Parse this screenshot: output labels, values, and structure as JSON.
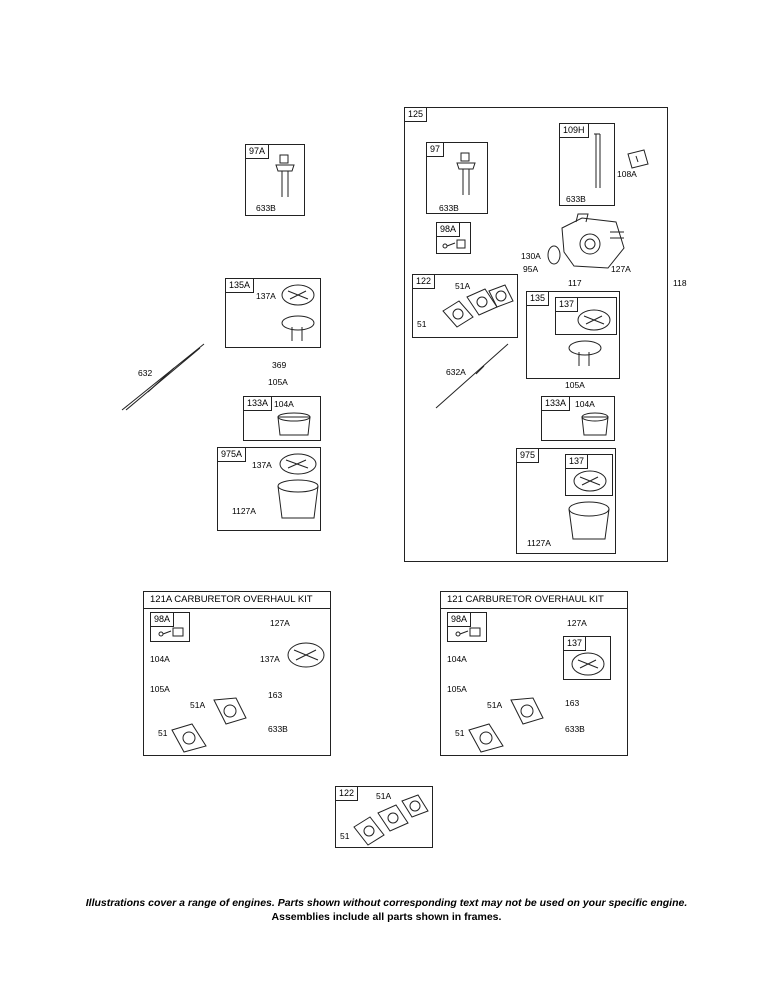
{
  "frames": {
    "f125": "125",
    "f97a": "97A",
    "f97": "97",
    "f109h": "109H",
    "f98a": "98A",
    "f135a": "135A",
    "f122": "122",
    "f135": "135",
    "f137": "137",
    "f133a_l": "133A",
    "f133a_r": "133A",
    "f975a": "975A",
    "f975": "975",
    "f137_975": "137",
    "f98a_kit_l": "98A",
    "f98a_kit_r": "98A",
    "f137_kit_r": "137",
    "f122_bot": "122"
  },
  "labels": {
    "l633b_a": "633B",
    "l633b_b": "633B",
    "l633b_c": "633B",
    "l108a": "108A",
    "l130a": "130A",
    "l95a": "95A",
    "l127a_top": "127A",
    "l117": "117",
    "l118": "118",
    "l137a_135a": "137A",
    "l369": "369",
    "l105a_l": "105A",
    "l632": "632",
    "l104a_l": "104A",
    "l137a_975a": "137A",
    "l1127a_l": "1127A",
    "l51a_122": "51A",
    "l51_122": "51",
    "l632a": "632A",
    "l105a_r": "105A",
    "l104a_r": "104A",
    "l1127a_r": "1127A",
    "k1_127a": "127A",
    "k1_104a": "104A",
    "k1_137a": "137A",
    "k1_105a": "105A",
    "k1_163": "163",
    "k1_51a": "51A",
    "k1_51": "51",
    "k1_633b": "633B",
    "k2_127a": "127A",
    "k2_104a": "104A",
    "k2_105a": "105A",
    "k2_163": "163",
    "k2_51a": "51A",
    "k2_51": "51",
    "k2_633b": "633B",
    "b_51a": "51A",
    "b_51": "51"
  },
  "kits": {
    "left_title": "121A CARBURETOR OVERHAUL KIT",
    "right_title": "121 CARBURETOR OVERHAUL KIT"
  },
  "notes": {
    "line1": "Illustrations cover a range of engines. Parts shown without corresponding text may not be used on your specific engine.",
    "line2": "Assemblies include all parts shown in frames."
  }
}
